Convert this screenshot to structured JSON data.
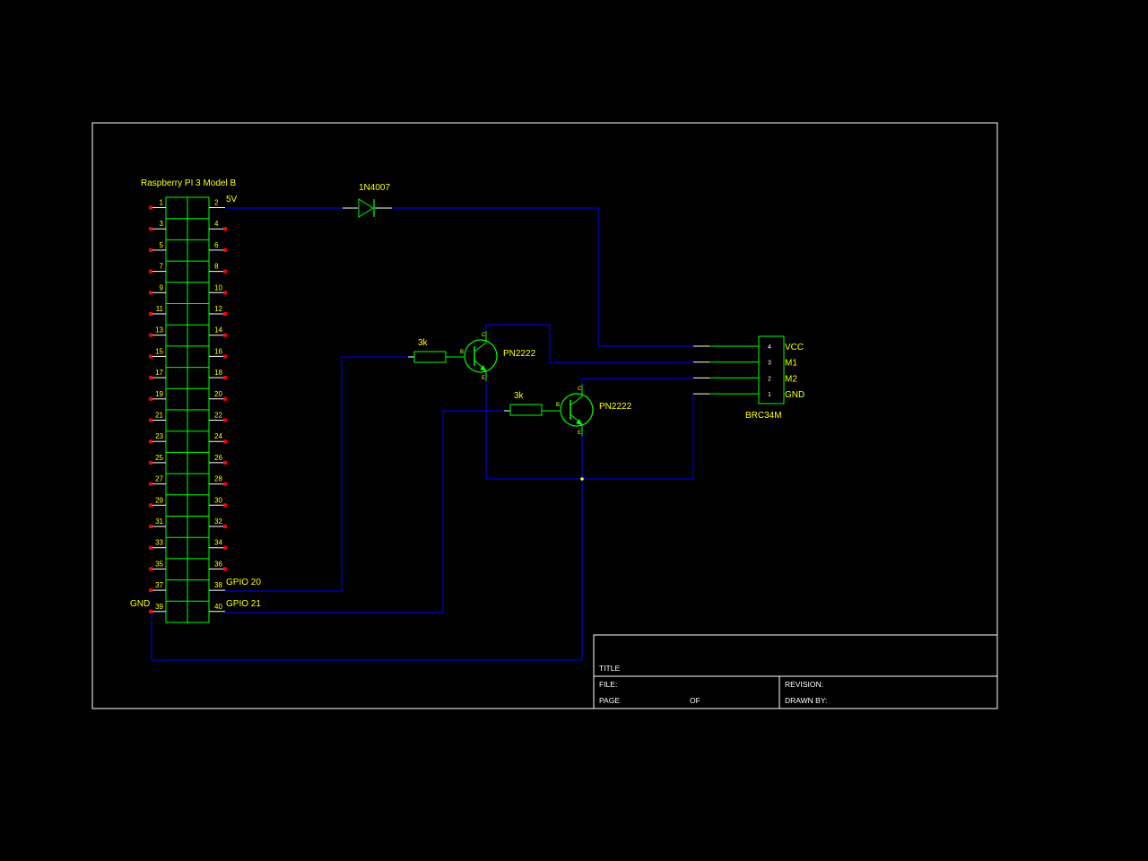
{
  "colors": {
    "background": "#000000",
    "frame": "#ffffff",
    "wire": "#0000ff",
    "part": "#00ff00",
    "label": "#ffff00",
    "pin_dot": "#ff0000",
    "junction": "#ffff00"
  },
  "header": {
    "name": "Raspberry PI 3 Model B",
    "pins_left": [
      "1",
      "3",
      "5",
      "7",
      "9",
      "11",
      "13",
      "15",
      "17",
      "19",
      "21",
      "23",
      "25",
      "27",
      "29",
      "31",
      "33",
      "35",
      "37",
      "39"
    ],
    "pins_right": [
      "2",
      "4",
      "6",
      "8",
      "10",
      "12",
      "14",
      "16",
      "18",
      "20",
      "22",
      "24",
      "26",
      "28",
      "30",
      "32",
      "34",
      "36",
      "38",
      "40"
    ]
  },
  "net_labels": {
    "v5": "5V",
    "gpio20": "GPIO 20",
    "gpio21": "GPIO 21",
    "gnd": "GND"
  },
  "diode": {
    "name": "1N4007"
  },
  "transistor1": {
    "name": "PN2222",
    "pin_c": "C",
    "pin_b": "B",
    "pin_e": "E",
    "resistor": "3k"
  },
  "transistor2": {
    "name": "PN2222",
    "pin_c": "C",
    "pin_b": "B",
    "pin_e": "E",
    "resistor": "3k"
  },
  "connector": {
    "name": "BRC34M",
    "pins": [
      {
        "num": "4",
        "label": "VCC"
      },
      {
        "num": "3",
        "label": "M1"
      },
      {
        "num": "2",
        "label": "M2"
      },
      {
        "num": "1",
        "label": "GND"
      }
    ]
  },
  "title_block": {
    "title": "TITLE",
    "file": "FILE:",
    "revision": "REVISION:",
    "page": "PAGE",
    "of": "OF",
    "drawn_by": "DRAWN BY:"
  }
}
